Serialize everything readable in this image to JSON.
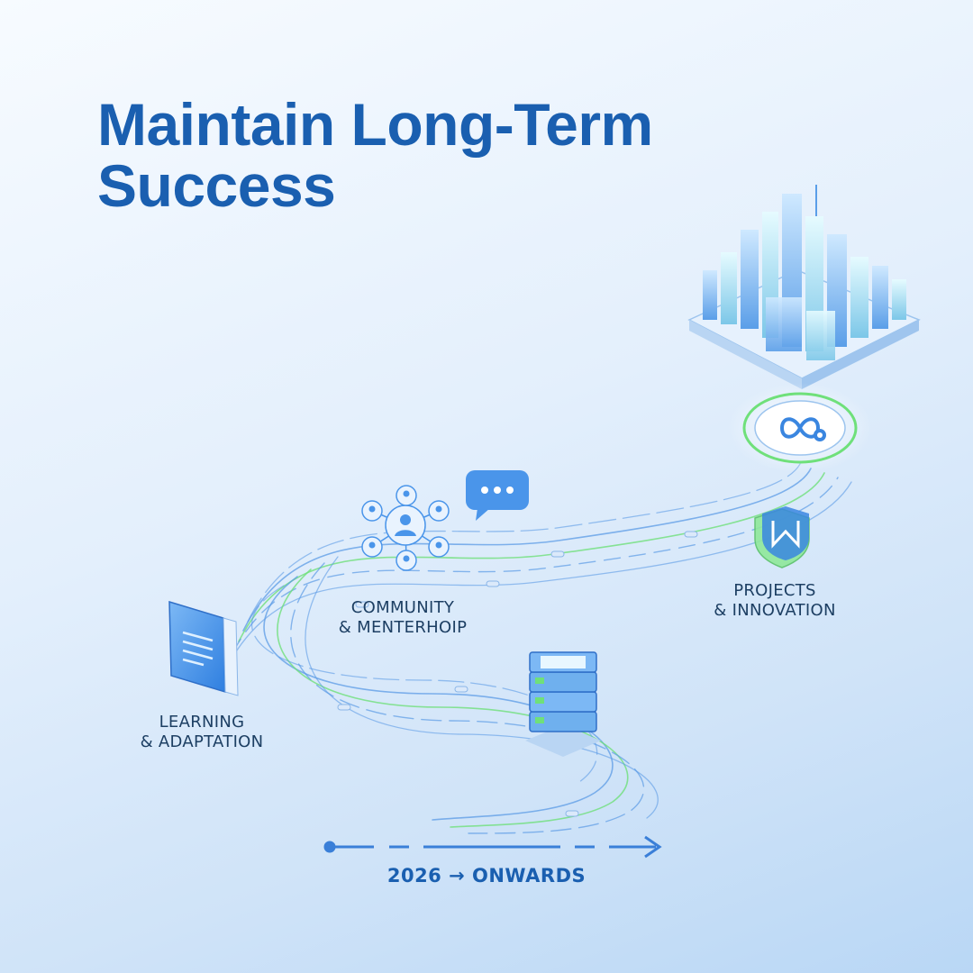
{
  "title": {
    "line1": "Maintain Long-Term",
    "line2": "Success"
  },
  "milestones": {
    "learning": {
      "line1": "LEARNING",
      "line2": "& ADAPTATION",
      "icon": "book-icon"
    },
    "community": {
      "line1": "COMMUNITY",
      "line2": "& MENTERHOIP",
      "icon": "network-icon"
    },
    "projects": {
      "line1": "PROJECTS",
      "line2": "& INNOVATION",
      "icon": "shield-icon"
    }
  },
  "timeline": {
    "label": "2026 → ONWARDS"
  },
  "colors": {
    "title": "#1a5fb0",
    "label": "#1d3f63",
    "path_blue": "#5b9be6",
    "path_green": "#6fe07a",
    "background_top": "#f7fbff",
    "background_bottom": "#b9d7f5"
  }
}
